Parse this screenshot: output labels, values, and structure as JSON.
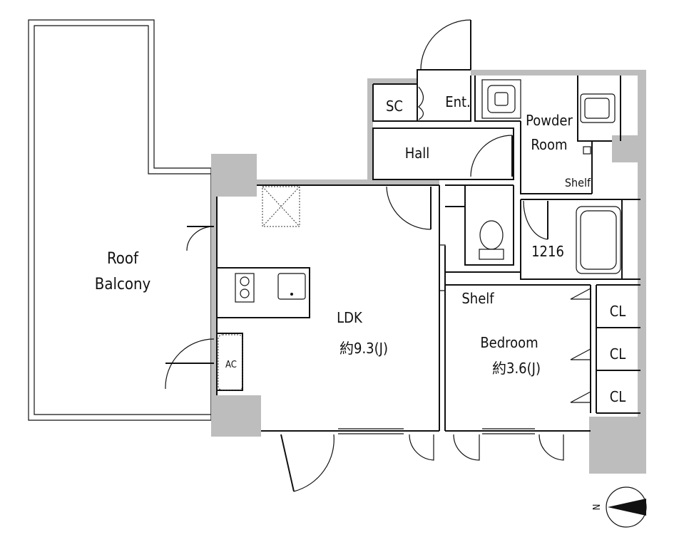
{
  "rooms": {
    "roof_balcony": [
      "Roof",
      "Balcony"
    ],
    "ldk_name": "LDK",
    "ldk_size": "約9.3(J)",
    "bedroom_name": "Bedroom",
    "bedroom_size": "約3.6(J)",
    "hall": "Hall",
    "entrance": "Ent.",
    "shoe_closet": "SC",
    "powder_room": [
      "Powder",
      "Room"
    ],
    "bath_size": "1216",
    "shelf_powder": "Shelf",
    "shelf_bedroom": "Shelf",
    "closets": [
      "CL",
      "CL",
      "CL"
    ],
    "ac": "AC"
  },
  "compass": {
    "north_label": "N"
  },
  "colors": {
    "wall_fill": "#bdbdbd",
    "line": "#111111"
  }
}
